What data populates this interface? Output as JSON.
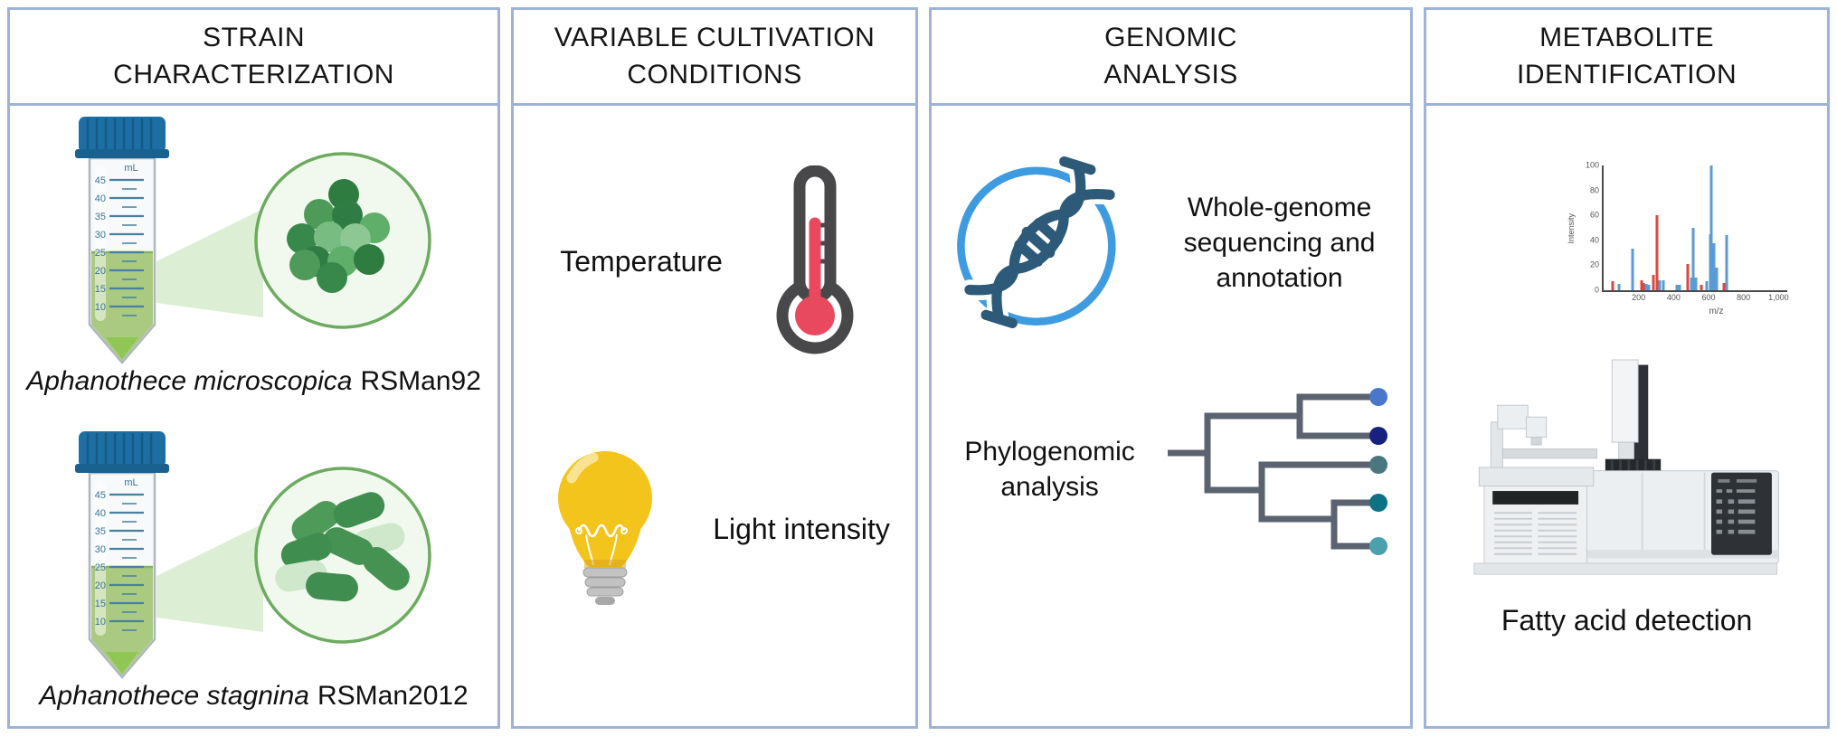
{
  "colors": {
    "panel_border": "#9fb2d8",
    "cap_blue": "#1d6fa3",
    "culture_green": "#a9ca80",
    "magnifier_green": "#6cab5f",
    "thermometer_red": "#e8495f",
    "icon_gray": "#48484b",
    "bulb_yellow": "#f3c41c",
    "dna_dark": "#2d5a78",
    "dna_blue": "#3f9be0",
    "tree_line": "#5b6370",
    "tree_tips": [
      "#4a77c9",
      "#16227e",
      "#49767f",
      "#0e7285",
      "#4aa0ad"
    ],
    "bar_red": "#d9483f",
    "bar_blue": "#5b9bd5"
  },
  "panels": {
    "strain": {
      "title_line1": "STRAIN",
      "title_line2": "CHARACTERIZATION",
      "tube_unit": "mL",
      "tube_scale": [
        "45",
        "40",
        "35",
        "30",
        "25",
        "20",
        "15",
        "10"
      ],
      "strains": [
        {
          "species": "Aphanothece microscopica",
          "code": "RSMan92"
        },
        {
          "species": "Aphanothece stagnina",
          "code": "RSMan2012"
        }
      ]
    },
    "cultivation": {
      "title_line1": "VARIABLE CULTIVATION",
      "title_line2": "CONDITIONS",
      "temperature_label": "Temperature",
      "light_label": "Light intensity"
    },
    "genomic": {
      "title_line1": "GENOMIC",
      "title_line2": "ANALYSIS",
      "wgs_label": "Whole-genome sequencing and annotation",
      "phylo_label": "Phylogenomic analysis"
    },
    "metabolite": {
      "title_line1": "METABOLITE",
      "title_line2": "IDENTIFICATION",
      "caption": "Fatty acid detection"
    }
  },
  "chart_data": {
    "type": "bar",
    "xlabel": "m/z",
    "ylabel": "Intensity",
    "x_ticks": [
      "200",
      "400",
      "600",
      "800",
      "1,000"
    ],
    "y_ticks": [
      "0",
      "20",
      "40",
      "60",
      "80",
      "100"
    ],
    "xlim": [
      0,
      1050
    ],
    "ylim": [
      0,
      100
    ],
    "legend": [],
    "series": [
      {
        "name": "red peaks",
        "color": "#d9483f",
        "points": [
          [
            50,
            7
          ],
          [
            215,
            8
          ],
          [
            228,
            6
          ],
          [
            285,
            12
          ],
          [
            303,
            60
          ],
          [
            480,
            21
          ],
          [
            560,
            4
          ],
          [
            688,
            6
          ]
        ]
      },
      {
        "name": "blue peaks",
        "color": "#5b9bd5",
        "points": [
          [
            90,
            5
          ],
          [
            167,
            33
          ],
          [
            243,
            5
          ],
          [
            258,
            4
          ],
          [
            320,
            8
          ],
          [
            340,
            8
          ],
          [
            418,
            4
          ],
          [
            435,
            4
          ],
          [
            502,
            10
          ],
          [
            512,
            50
          ],
          [
            528,
            10
          ],
          [
            590,
            7
          ],
          [
            608,
            45
          ],
          [
            617,
            100
          ],
          [
            632,
            38
          ],
          [
            645,
            18
          ],
          [
            705,
            44
          ]
        ]
      }
    ]
  }
}
